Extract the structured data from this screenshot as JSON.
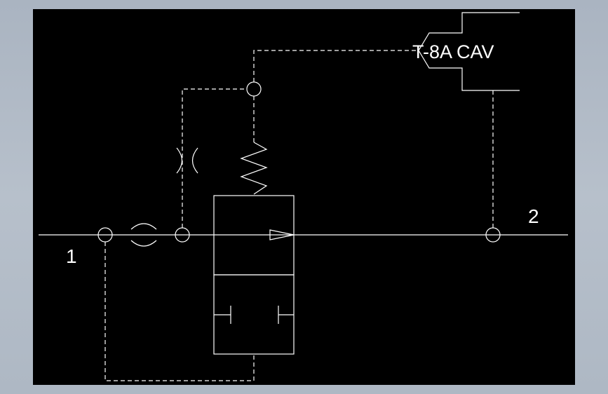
{
  "diagram": {
    "colors": {
      "background": "#000000",
      "stroke": "#ffffff",
      "frame": "#aab4c1"
    },
    "port_labels": {
      "inlet": "1",
      "outlet": "2"
    },
    "component_label": "T-8A CAV"
  }
}
